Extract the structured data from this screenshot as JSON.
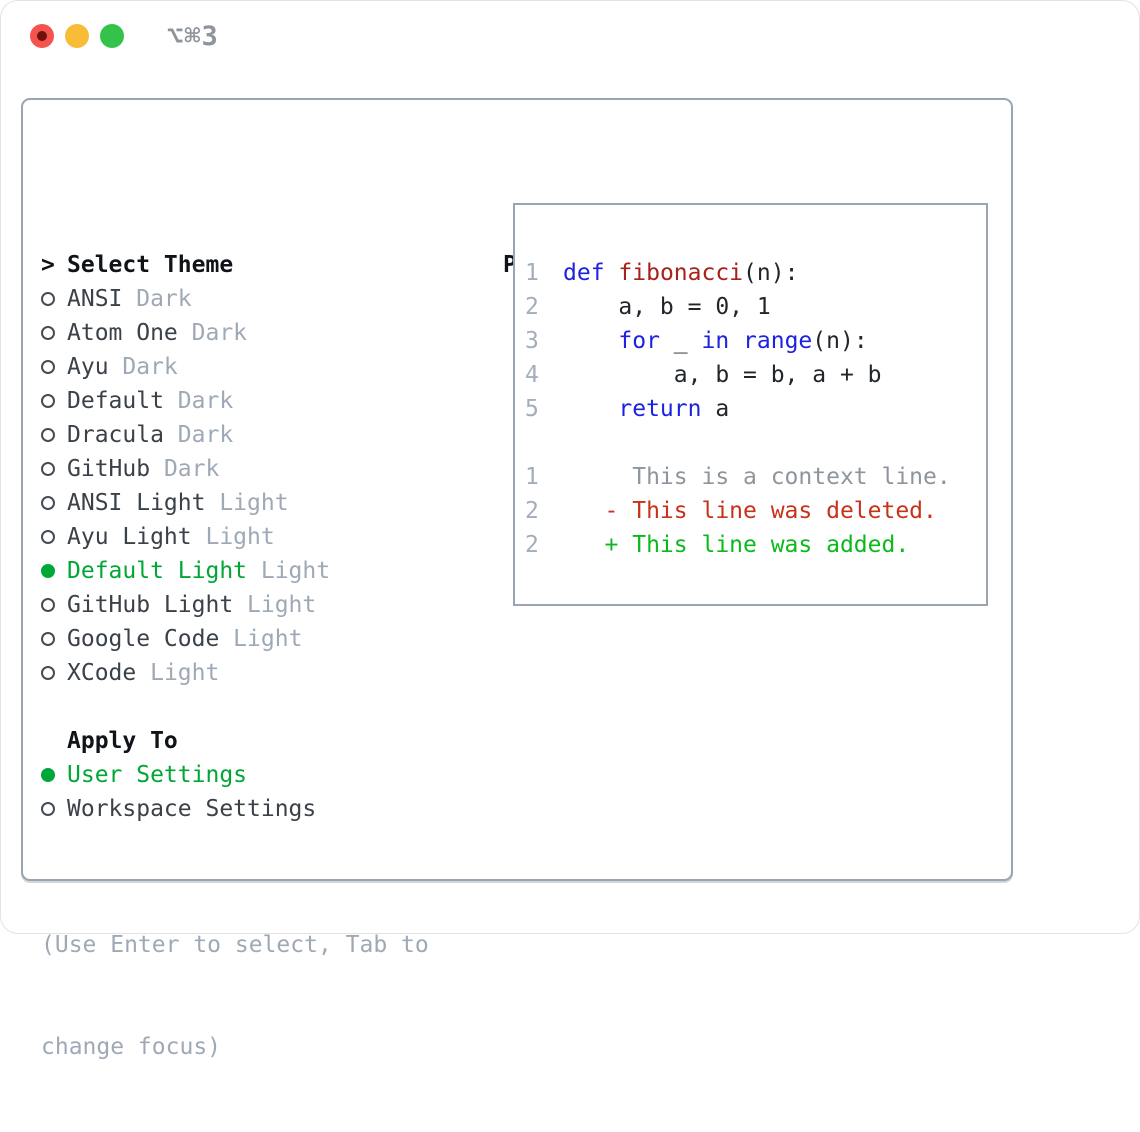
{
  "window": {
    "title": "⌥⌘3"
  },
  "theme_selector": {
    "cursor": ">",
    "header": "Select Theme",
    "themes": [
      {
        "name": "ANSI",
        "tag": "Dark",
        "selected": false
      },
      {
        "name": "Atom One",
        "tag": "Dark",
        "selected": false
      },
      {
        "name": "Ayu",
        "tag": "Dark",
        "selected": false
      },
      {
        "name": "Default",
        "tag": "Dark",
        "selected": false
      },
      {
        "name": "Dracula",
        "tag": "Dark",
        "selected": false
      },
      {
        "name": "GitHub",
        "tag": "Dark",
        "selected": false
      },
      {
        "name": "ANSI Light",
        "tag": "Light",
        "selected": false
      },
      {
        "name": "Ayu Light",
        "tag": "Light",
        "selected": false
      },
      {
        "name": "Default Light",
        "tag": "Light",
        "selected": true
      },
      {
        "name": "GitHub Light",
        "tag": "Light",
        "selected": false
      },
      {
        "name": "Google Code",
        "tag": "Light",
        "selected": false
      },
      {
        "name": "XCode",
        "tag": "Light",
        "selected": false
      }
    ],
    "apply_to": {
      "header": "Apply To",
      "options": [
        {
          "name": "User Settings",
          "selected": true
        },
        {
          "name": "Workspace Settings",
          "selected": false
        }
      ]
    },
    "help_line1": "(Use Enter to select, Tab to",
    "help_line2": "change focus)"
  },
  "preview": {
    "header": "Preview",
    "code_lines": [
      {
        "num": "1",
        "tokens": [
          {
            "t": "def",
            "c": "kw"
          },
          {
            "t": " ",
            "c": "plain"
          },
          {
            "t": "fibonacci",
            "c": "fn"
          },
          {
            "t": "(n):",
            "c": "plain"
          }
        ]
      },
      {
        "num": "2",
        "tokens": [
          {
            "t": "    a, b = 0, 1",
            "c": "plain"
          }
        ]
      },
      {
        "num": "3",
        "tokens": [
          {
            "t": "    ",
            "c": "plain"
          },
          {
            "t": "for",
            "c": "kw"
          },
          {
            "t": " _ ",
            "c": "plain"
          },
          {
            "t": "in",
            "c": "kw"
          },
          {
            "t": " ",
            "c": "plain"
          },
          {
            "t": "range",
            "c": "kw"
          },
          {
            "t": "(n):",
            "c": "plain"
          }
        ]
      },
      {
        "num": "4",
        "tokens": [
          {
            "t": "        a, b = b, a + b",
            "c": "plain"
          }
        ]
      },
      {
        "num": "5",
        "tokens": [
          {
            "t": "    ",
            "c": "plain"
          },
          {
            "t": "return",
            "c": "kw"
          },
          {
            "t": " a",
            "c": "plain"
          }
        ]
      }
    ],
    "diff_lines": [
      {
        "num": "1",
        "text": "     This is a context line.",
        "type": "context"
      },
      {
        "num": "2",
        "text": "   - This line was deleted.",
        "type": "deleted"
      },
      {
        "num": "2",
        "text": "   + This line was added.",
        "type": "added"
      }
    ]
  },
  "colors": {
    "border": "#9ba4b1",
    "text-dark": "#101418",
    "item-text": "#3a4148",
    "muted": "#9fa9b6",
    "linenum": "#a4adba",
    "context-gray": "#8e959d",
    "ui-green": "#00a636",
    "added-green": "#0cb91c",
    "deleted-red": "#c63318",
    "kw-blue": "#1c22e0",
    "fn-red": "#a8211a",
    "plain": "#22262b",
    "title-gray": "#8d949b",
    "tl-red": "#f4534e",
    "tl-red-dot": "#700f0c",
    "tl-yellow": "#f8bc38",
    "tl-green": "#35c24a"
  }
}
